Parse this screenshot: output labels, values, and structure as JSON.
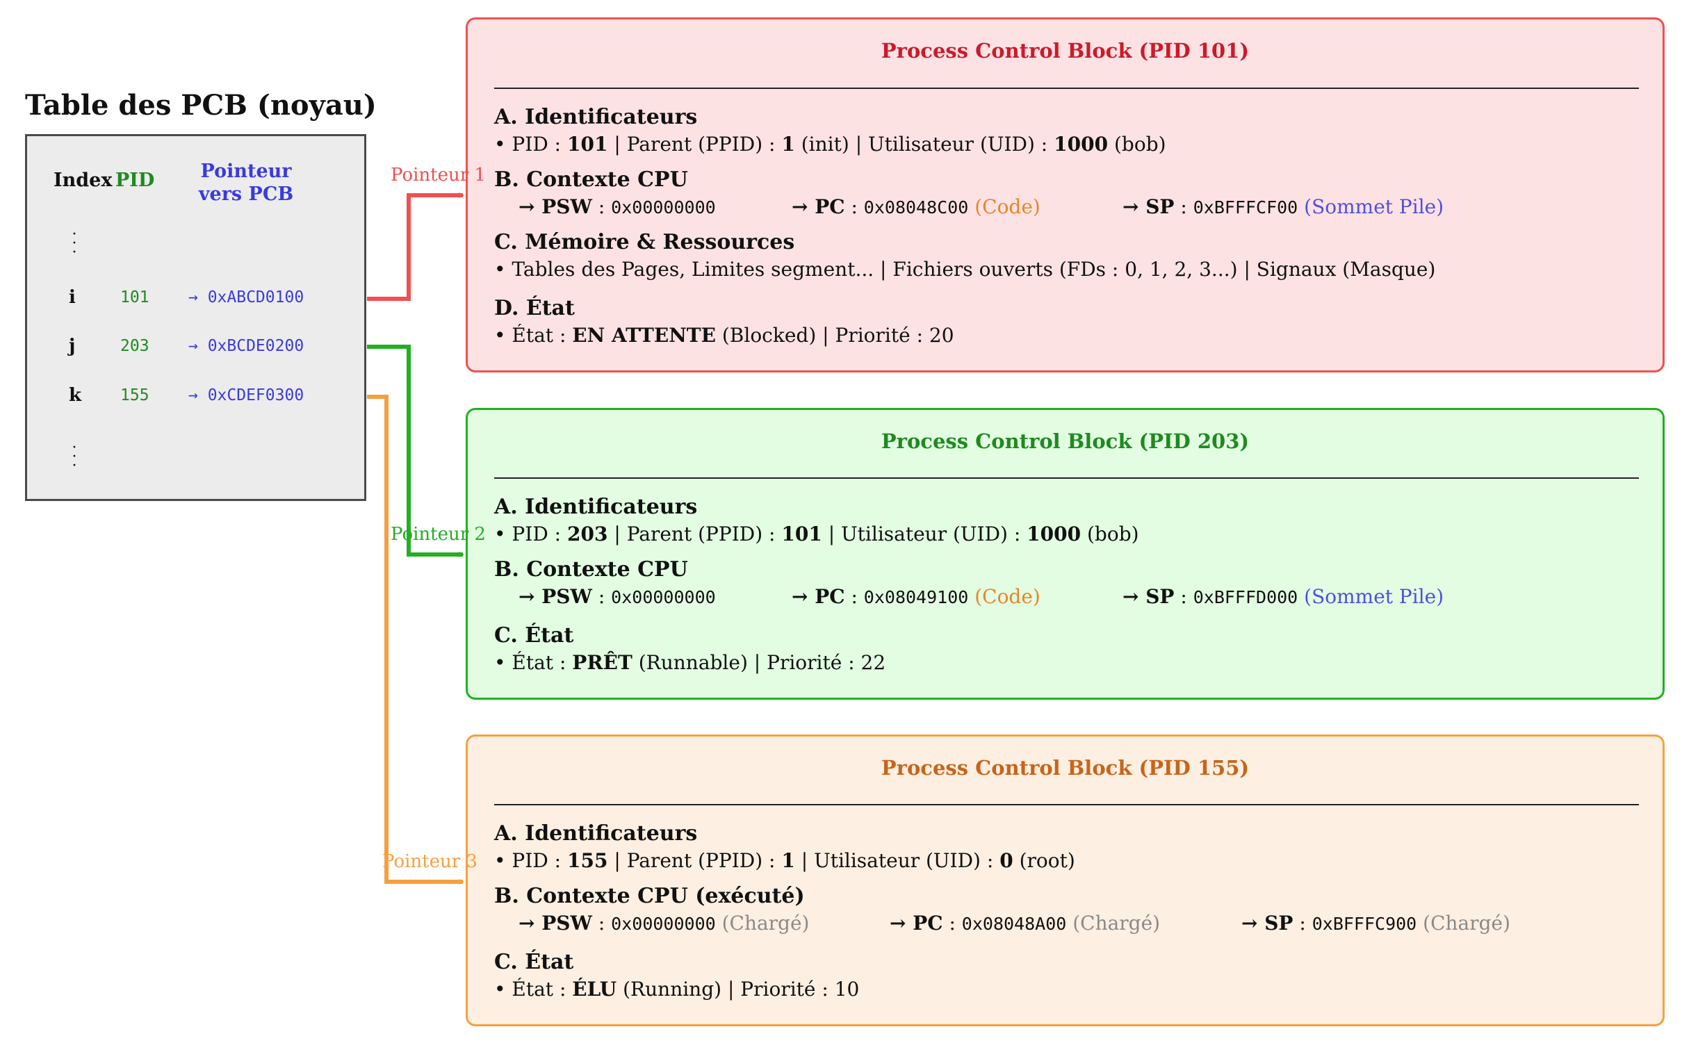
{
  "table": {
    "title": "Table des PCB (noyau)",
    "headers": {
      "index": "Index",
      "pid": "PID",
      "pointer_line1": "Pointeur",
      "pointer_line2": "vers PCB"
    },
    "rows": [
      {
        "index": "i",
        "pid": "101",
        "pointer": "→ 0xABCD0100"
      },
      {
        "index": "j",
        "pid": "203",
        "pointer": "→ 0xBCDE0200"
      },
      {
        "index": "k",
        "pid": "155",
        "pointer": "→ 0xCDEF0300"
      }
    ]
  },
  "connectors": [
    {
      "label": "Pointeur 1",
      "color": "#f05050"
    },
    {
      "label": "Pointeur 2",
      "color": "#22b022"
    },
    {
      "label": "Pointeur 3",
      "color": "#f5a040"
    }
  ],
  "colors": {
    "pid_green": "#1f8a1f",
    "pointer_blue": "#3a3ae0",
    "code_orange": "#e8852a",
    "stack_blue": "#5050e0",
    "loaded_gray": "#8a8a8a"
  },
  "pcbs": [
    {
      "title": "Process Control Block (PID 101)",
      "title_color": "#cc1a2a",
      "border_color": "#f05050",
      "background": "#fde2e4",
      "sections": {
        "a_title": "A. Identificateurs",
        "a_prefix": "• PID : ",
        "a_pid": "101",
        "a_mid1": " | Parent (PPID) : ",
        "a_ppid": "1",
        "a_mid2": " (init) | Utilisateur (UID) : ",
        "a_uid": "1000",
        "a_user": " (bob)",
        "b_title": "B. Contexte CPU",
        "psw_label": "→ PSW",
        "psw_value": "0x00000000",
        "psw_note": "",
        "pc_label": "→ PC",
        "pc_value": "0x08048C00",
        "pc_note": "(Code)",
        "sp_label": "→ SP",
        "sp_value": "0xBFFFCF00",
        "sp_note": "(Sommet Pile)",
        "c_title": "C. Mémoire & Ressources",
        "c_text": "• Tables des Pages, Limites segment... | Fichiers ouverts (FDs : 0, 1, 2, 3...) | Signaux (Masque)",
        "d_title": "D. État",
        "d_prefix": "• État : ",
        "d_state": "EN ATTENTE",
        "d_suffix": " (Blocked) | Priorité : 20"
      }
    },
    {
      "title": "Process Control Block (PID 203)",
      "title_color": "#1f8a1f",
      "border_color": "#22b022",
      "background": "#e2fde2",
      "sections": {
        "a_title": "A. Identificateurs",
        "a_prefix": "• PID : ",
        "a_pid": "203",
        "a_mid1": " | Parent (PPID) : ",
        "a_ppid": "101",
        "a_mid2": " | Utilisateur (UID) : ",
        "a_uid": "1000",
        "a_user": " (bob)",
        "b_title": "B. Contexte CPU",
        "psw_label": "→ PSW",
        "psw_value": "0x00000000",
        "psw_note": "",
        "pc_label": "→ PC",
        "pc_value": "0x08049100",
        "pc_note": "(Code)",
        "sp_label": "→ SP",
        "sp_value": "0xBFFFD000",
        "sp_note": "(Sommet Pile)",
        "c_title": "C. État",
        "c_prefix": "• État : ",
        "c_state": "PRÊT",
        "c_suffix": " (Runnable) | Priorité : 22"
      }
    },
    {
      "title": "Process Control Block (PID 155)",
      "title_color": "#c8641a",
      "border_color": "#f5a040",
      "background": "#fdefe2",
      "sections": {
        "a_title": "A. Identificateurs",
        "a_prefix": "• PID : ",
        "a_pid": "155",
        "a_mid1": " | Parent (PPID) : ",
        "a_ppid": "1",
        "a_mid2": " | Utilisateur (UID) : ",
        "a_uid": "0",
        "a_user": " (root)",
        "b_title": "B. Contexte CPU (exécuté)",
        "psw_label": "→ PSW",
        "psw_value": "0x00000000",
        "psw_note": "(Chargé)",
        "pc_label": "→ PC",
        "pc_value": "0x08048A00",
        "pc_note": "(Chargé)",
        "sp_label": "→ SP",
        "sp_value": "0xBFFFC900",
        "sp_note": "(Chargé)",
        "c_title": "C. État",
        "c_prefix": "• État : ",
        "c_state": "ÉLU",
        "c_suffix": " (Running) | Priorité : 10"
      }
    }
  ]
}
